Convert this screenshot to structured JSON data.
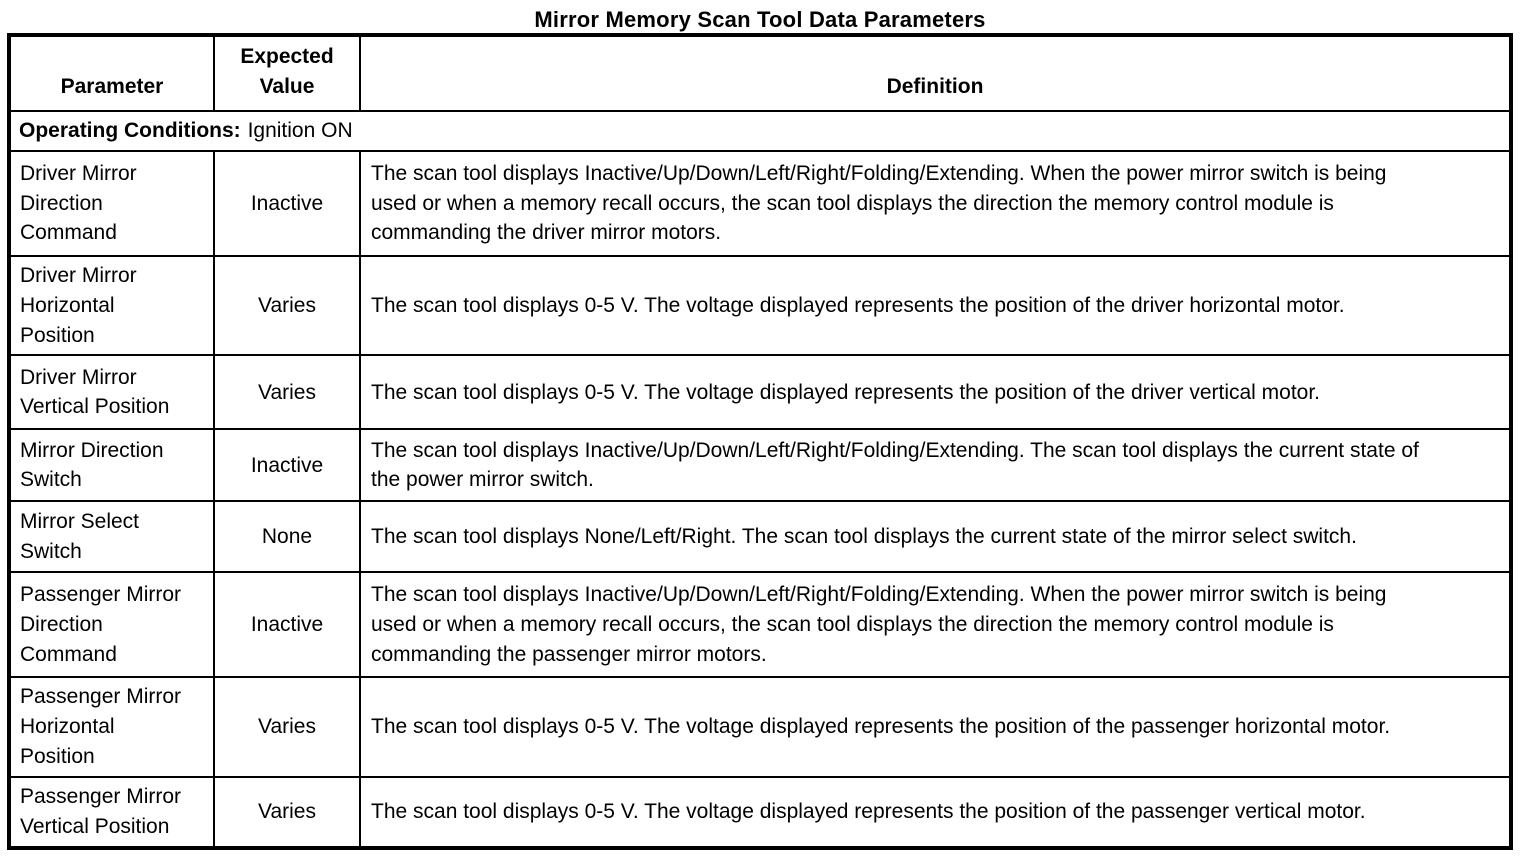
{
  "title": "Mirror Memory Scan Tool Data Parameters",
  "table": {
    "headers": {
      "parameter": "Parameter",
      "expected_value": "Expected Value",
      "definition": "Definition"
    },
    "operating_conditions": {
      "label": "Operating Conditions:",
      "value": "Ignition ON"
    },
    "rows": [
      {
        "parameter": "Driver Mirror Direction Command",
        "expected_value": "Inactive",
        "definition": "The scan tool displays Inactive/Up/Down/Left/Right/Folding/Extending. When the power mirror switch is being used or when a memory recall occurs, the scan tool displays the direction the memory control module is commanding the driver mirror motors."
      },
      {
        "parameter": "Driver Mirror Horizontal Position",
        "expected_value": "Varies",
        "definition": "The scan tool displays 0-5 V. The voltage displayed represents the position of the driver horizontal motor."
      },
      {
        "parameter": "Driver Mirror Vertical Position",
        "expected_value": "Varies",
        "definition": "The scan tool displays 0-5 V. The voltage displayed represents the position of the driver vertical motor."
      },
      {
        "parameter": "Mirror Direction Switch",
        "expected_value": "Inactive",
        "definition": "The scan tool displays Inactive/Up/Down/Left/Right/Folding/Extending. The scan tool displays the current state of the power mirror switch."
      },
      {
        "parameter": "Mirror Select Switch",
        "expected_value": "None",
        "definition": "The scan tool displays None/Left/Right. The scan tool displays the current state of the mirror select switch."
      },
      {
        "parameter": "Passenger Mirror Direction Command",
        "expected_value": "Inactive",
        "definition": "The scan tool displays Inactive/Up/Down/Left/Right/Folding/Extending. When the power mirror switch is being used or when a memory recall occurs, the scan tool displays the direction the memory control module is commanding the passenger mirror motors."
      },
      {
        "parameter": "Passenger Mirror Horizontal Position",
        "expected_value": "Varies",
        "definition": "The scan tool displays 0-5 V. The voltage displayed represents the position of the passenger horizontal motor."
      },
      {
        "parameter": "Passenger Mirror Vertical Position",
        "expected_value": "Varies",
        "definition": "The scan tool displays 0-5 V. The voltage displayed represents the position of the passenger vertical motor."
      }
    ]
  }
}
